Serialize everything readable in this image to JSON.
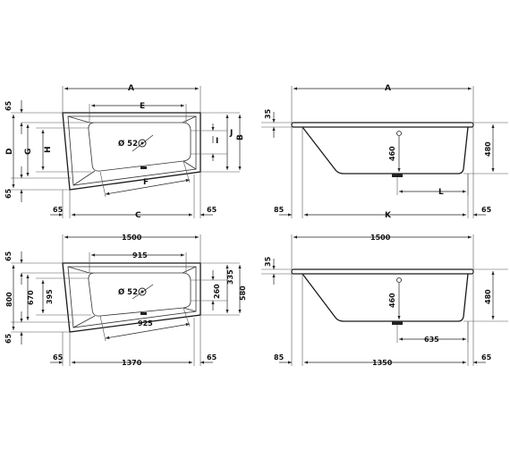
{
  "top_plan": {
    "labels": {
      "A": "A",
      "E": "E",
      "D": "D",
      "G": "G",
      "H": "H",
      "I": "I",
      "J": "J",
      "B": "B",
      "F": "F",
      "C": "C",
      "ml_top": "65",
      "ml_bot": "65",
      "bl": "65",
      "br": "65",
      "drain": "Ø 52"
    }
  },
  "top_side": {
    "labels": {
      "A": "A",
      "v35": "35",
      "v460": "460",
      "v480": "480",
      "L": "L",
      "b85": "85",
      "K": "K",
      "b65": "65"
    }
  },
  "bottom_plan": {
    "labels": {
      "w1500": "1500",
      "w915": "915",
      "h800": "800",
      "h670": "670",
      "h395": "395",
      "h260": "260",
      "h335": "335",
      "h580": "580",
      "w925": "925",
      "w1370": "1370",
      "ml_top": "65",
      "ml_bot": "65",
      "bl": "65",
      "br": "65",
      "drain": "Ø 52"
    }
  },
  "bottom_side": {
    "labels": {
      "w1500": "1500",
      "v35": "35",
      "v460": "460",
      "v480": "480",
      "w635": "635",
      "b85": "85",
      "w1350": "1350",
      "b65": "65"
    }
  },
  "icons": {
    "arrow": "arrowhead-icon",
    "drain": "drain-icon",
    "overflow": "overflow-icon"
  }
}
